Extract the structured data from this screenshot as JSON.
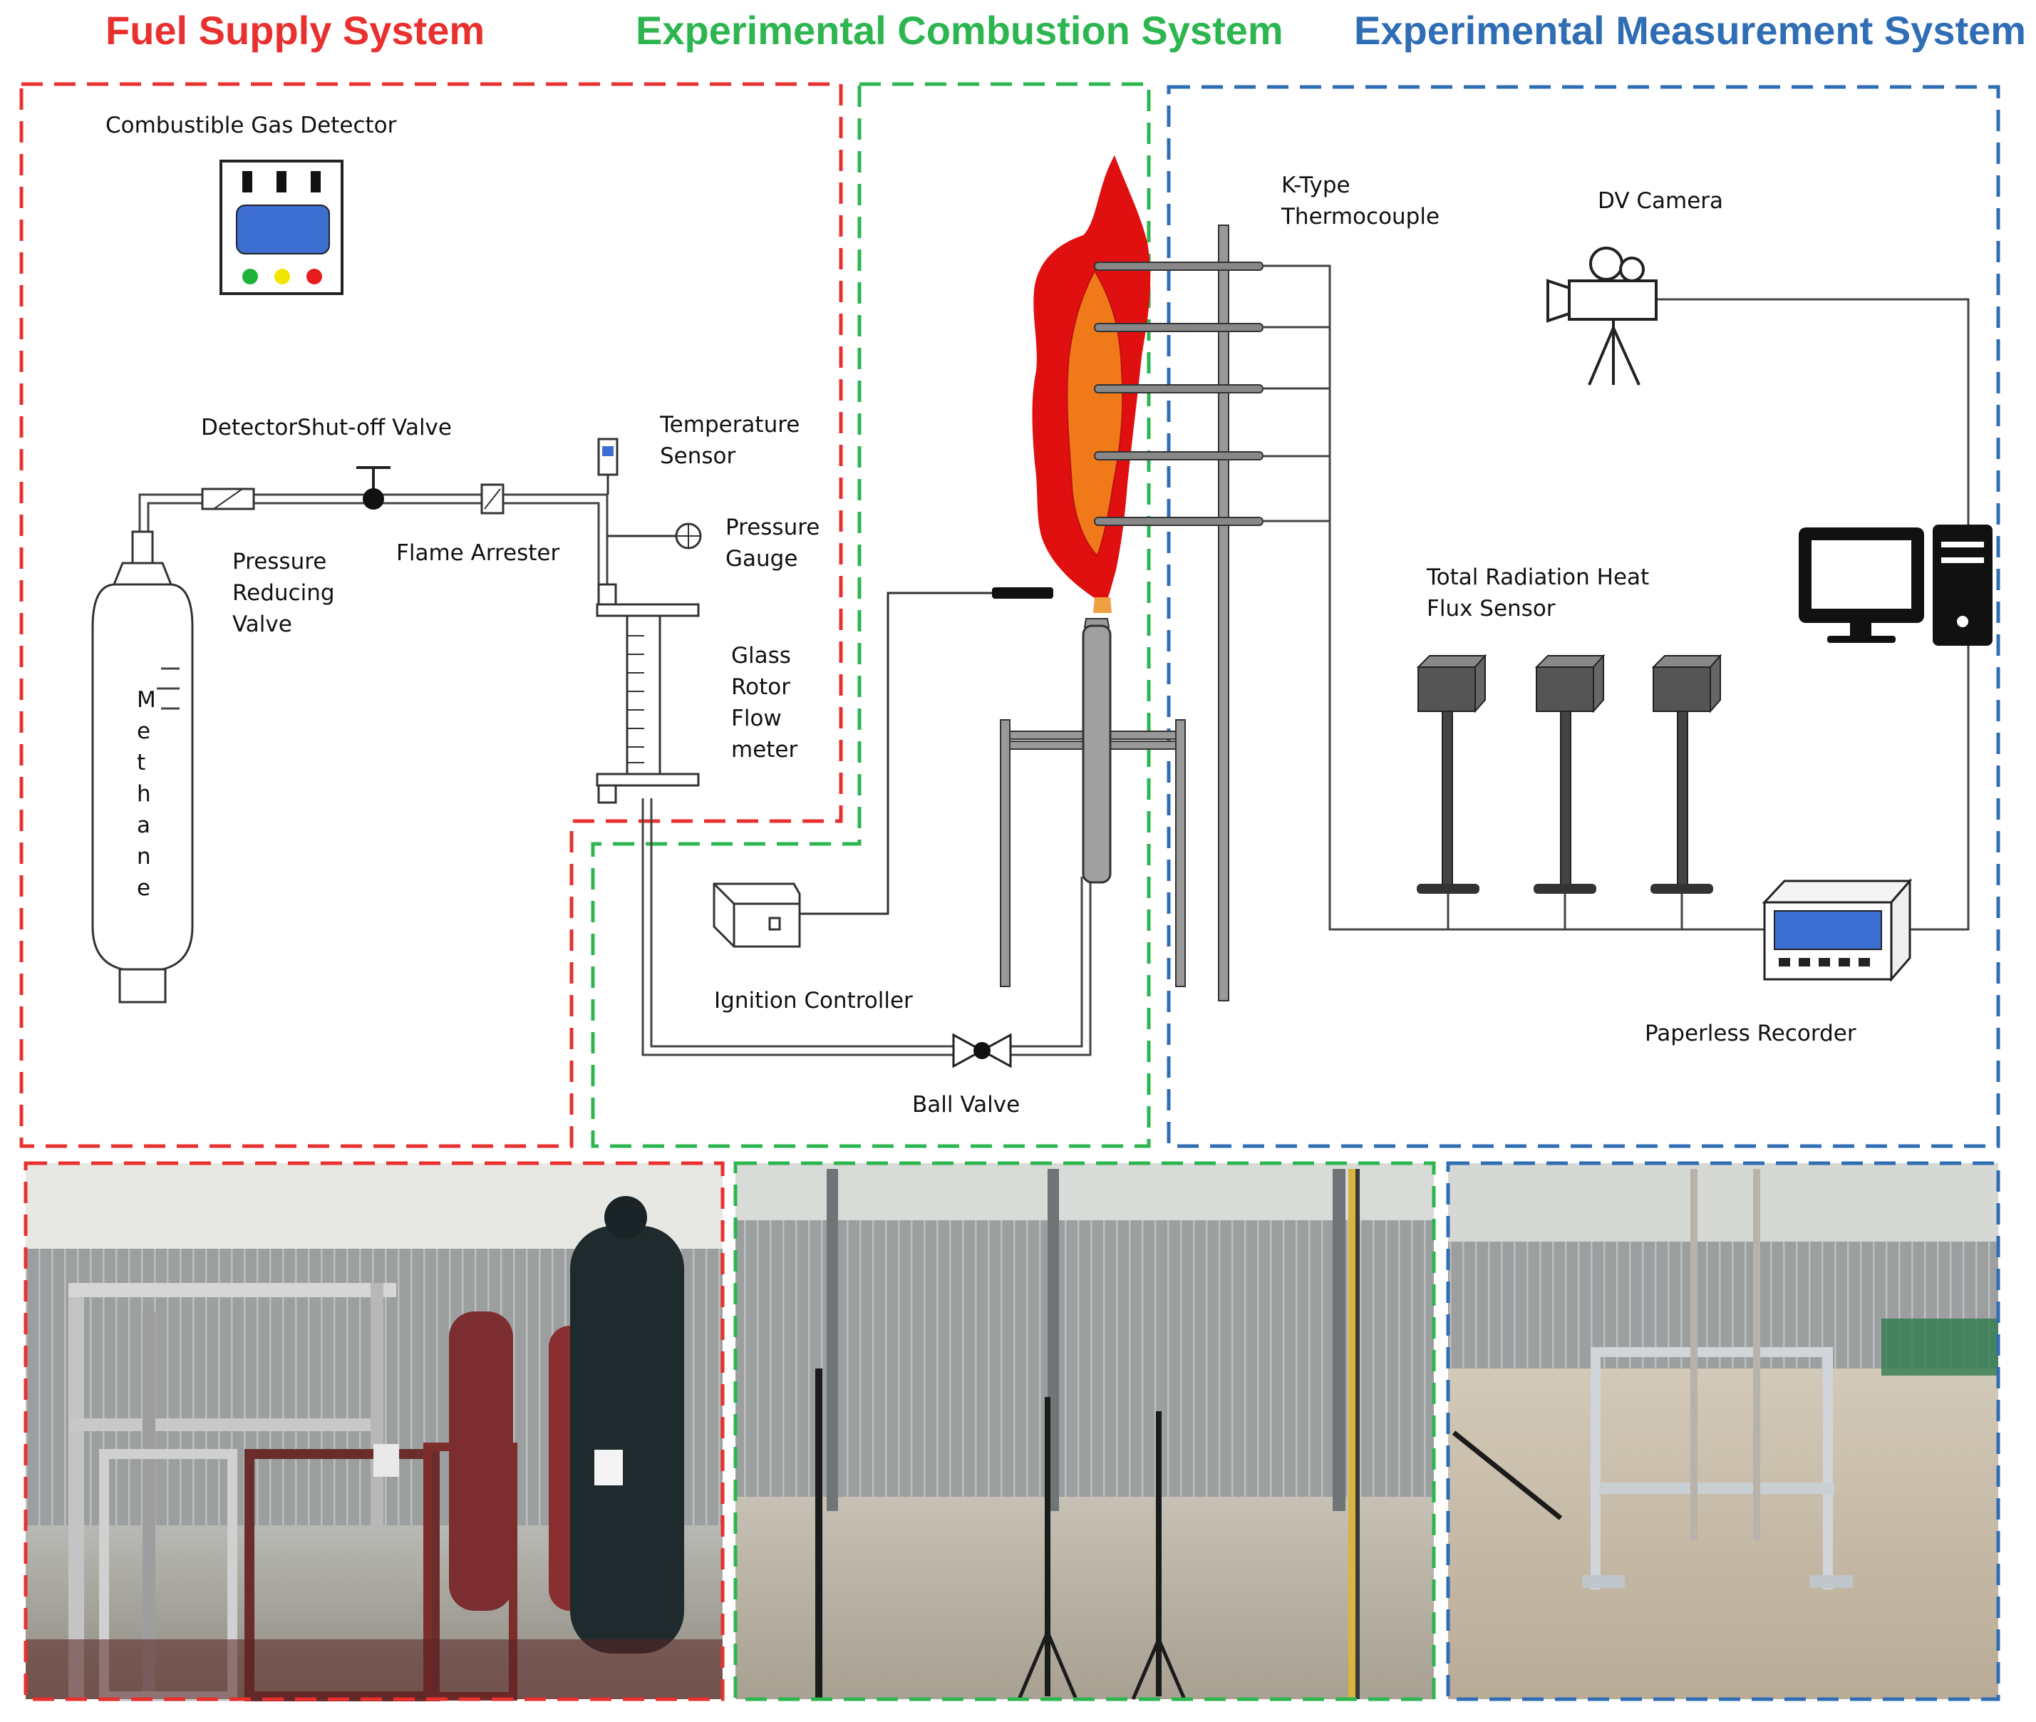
{
  "sections": {
    "fuel": {
      "title": "Fuel Supply System",
      "color": "#e8312f"
    },
    "combustion": {
      "title": "Experimental Combustion System",
      "color": "#2db550"
    },
    "measurement": {
      "title": "Experimental Measurement System",
      "color": "#2f6db5"
    }
  },
  "labels": {
    "gas_detector": "Combustible Gas Detector",
    "shutoff_valve": "DetectorShut-off Valve",
    "temp_sensor_1": "Temperature",
    "temp_sensor_2": "Sensor",
    "pressure_gauge_1": "Pressure",
    "pressure_gauge_2": "Gauge",
    "flame_arrester": "Flame Arrester",
    "prv_1": "Pressure",
    "prv_2": "Reducing",
    "prv_3": "Valve",
    "rotor_1": "Glass",
    "rotor_2": "Rotor",
    "rotor_3": "Flow",
    "rotor_4": "meter",
    "methane": [
      "M",
      "e",
      "t",
      "h",
      "a",
      "n",
      "e"
    ],
    "ignition_controller": "Ignition Controller",
    "ball_valve": "Ball Valve",
    "thermocouple_1": "K-Type",
    "thermocouple_2": "Thermocouple",
    "dv_camera": "DV Camera",
    "heat_flux_1": "Total Radiation Heat",
    "heat_flux_2": "Flux Sensor",
    "recorder": "Paperless Recorder"
  },
  "colors": {
    "detector_screen": "#3c6fd1",
    "lamp_green": "#1db33a",
    "lamp_yellow": "#f2e600",
    "lamp_red": "#e81c1c",
    "flame_outer": "#e01010",
    "flame_inner": "#f07a1a",
    "recorder_screen": "#3c6fd1"
  }
}
